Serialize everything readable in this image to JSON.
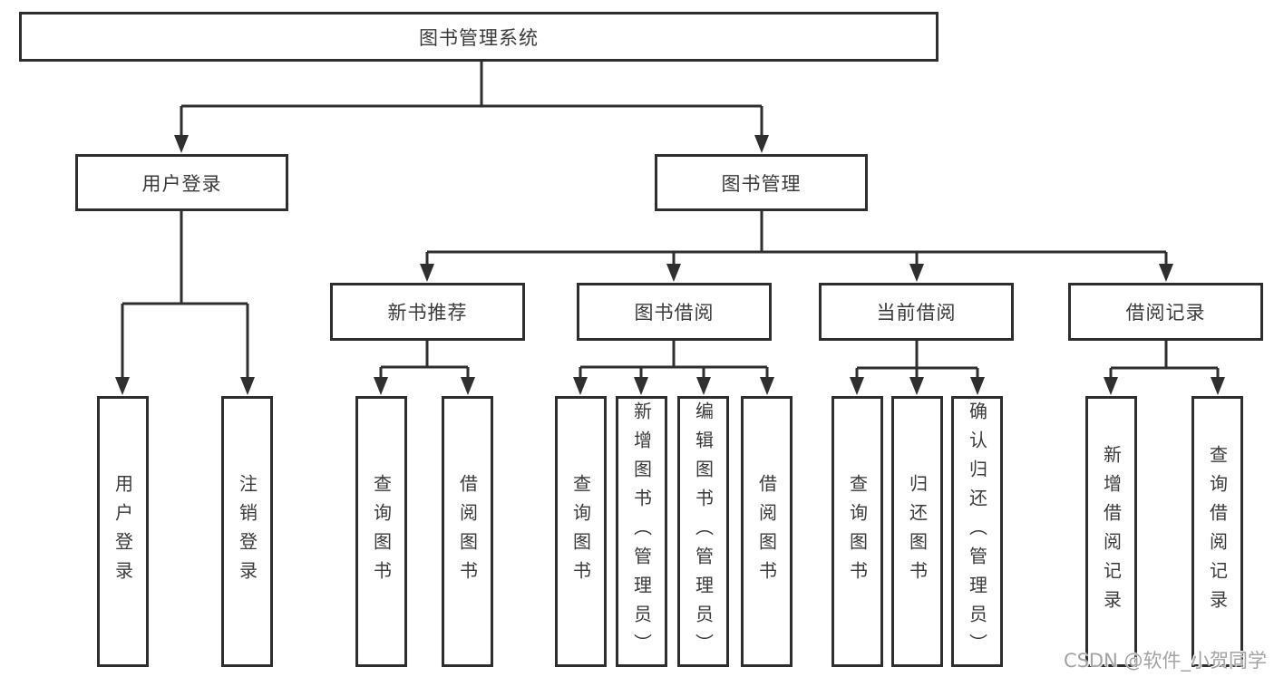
{
  "diagram": {
    "root": "图书管理系统",
    "branches": [
      {
        "label": "用户登录",
        "children": [
          "用户登录",
          "注销登录"
        ]
      },
      {
        "label": "图书管理",
        "children": [
          {
            "label": "新书推荐",
            "children": [
              "查询图书",
              "借阅图书"
            ]
          },
          {
            "label": "图书借阅",
            "children": [
              "查询图书",
              "新增图书（管理员）",
              "编辑图书（管理员）",
              "借阅图书"
            ]
          },
          {
            "label": "当前借阅",
            "children": [
              "查询图书",
              "归还图书",
              "确认归还（管理员）"
            ]
          },
          {
            "label": "借阅记录",
            "children": [
              "新增借阅记录",
              "查询借阅记录"
            ]
          }
        ]
      }
    ]
  },
  "watermark": {
    "text": "CSDN @软件_小贺同学"
  },
  "colors": {
    "line": "#2f2f2f",
    "box_border": "#2e2e2e",
    "text": "#3a3a3a",
    "background": "#ffffff",
    "watermark": "#a3a3a3"
  }
}
